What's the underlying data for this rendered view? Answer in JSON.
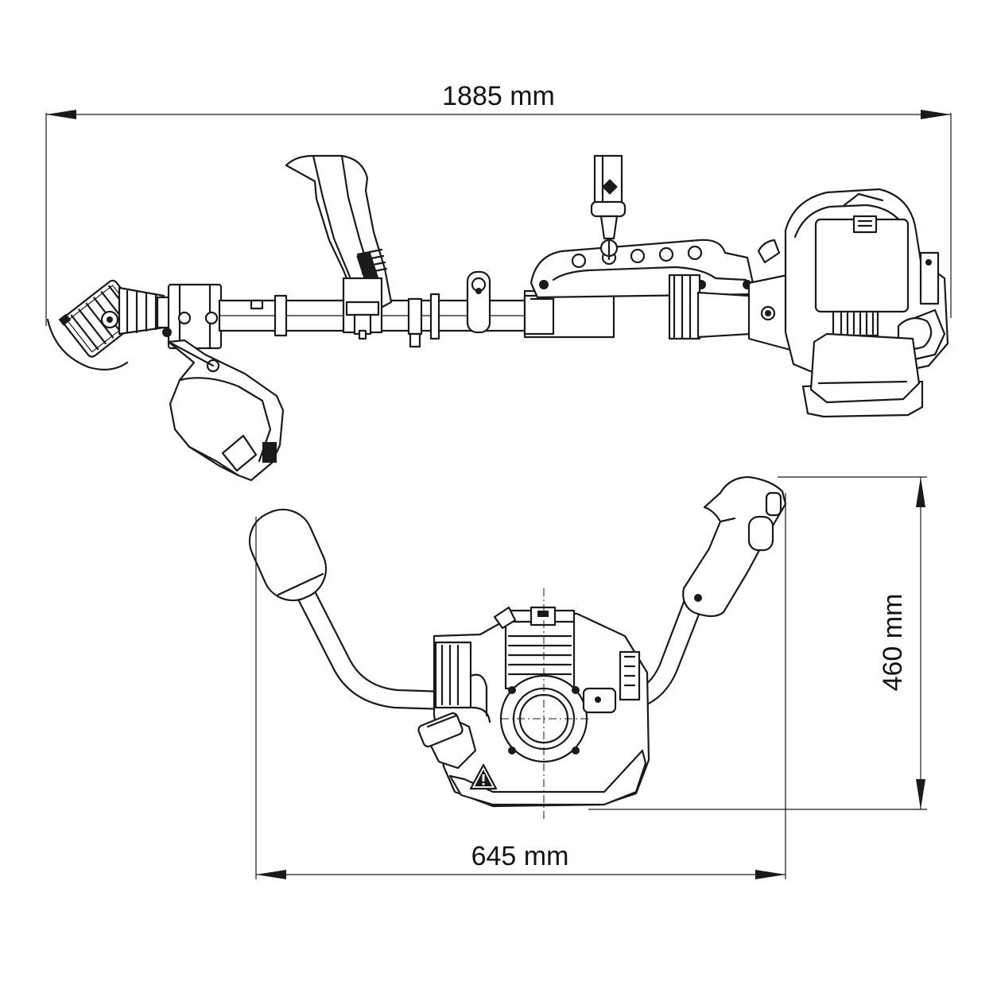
{
  "dimensions": {
    "overall_length": "1885 mm",
    "handle_height": "460 mm",
    "handle_width": "645 mm"
  },
  "icons": {
    "warning": "warning-triangle-icon"
  },
  "colors": {
    "line": "#1a1a1a",
    "background": "#ffffff"
  }
}
